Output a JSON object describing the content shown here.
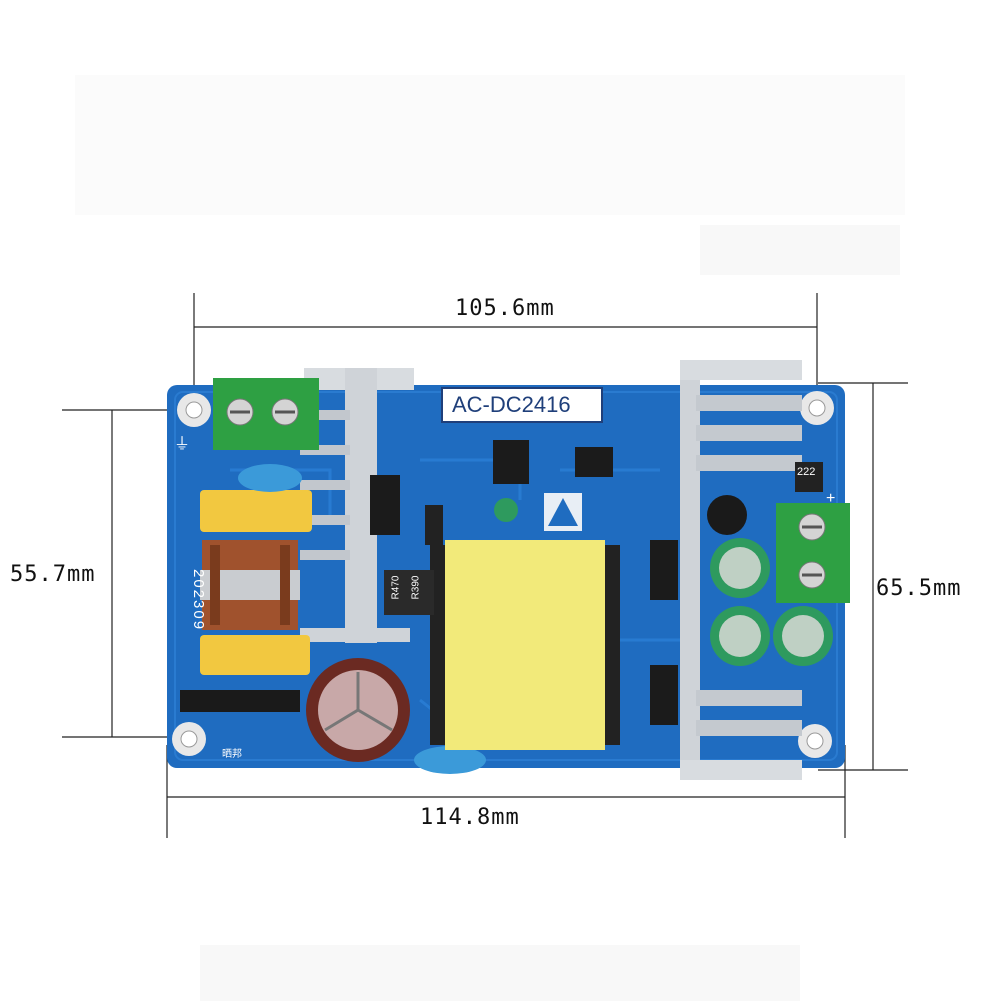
{
  "dimensions": {
    "top_width": "105.6mm",
    "bottom_width": "114.8mm",
    "left_height": "55.7mm",
    "right_height": "65.5mm"
  },
  "board": {
    "model_label": "AC-DC2416",
    "date_code": "202309",
    "maker_mark": "晒邦",
    "resistor_1": "R470",
    "resistor_2": "R390",
    "smd_code": "222",
    "plus_mark": "+",
    "ground_mark": "⏚"
  },
  "colors": {
    "pcb": "#1f6cc0",
    "heatsink": "#cfd3d8",
    "terminal": "#2ea043",
    "transformer": "#f2ea7a",
    "capacitor_green": "#2e9a5e",
    "capacitor_brown": "#6b2a22",
    "yellow_cap": "#f2c840"
  }
}
